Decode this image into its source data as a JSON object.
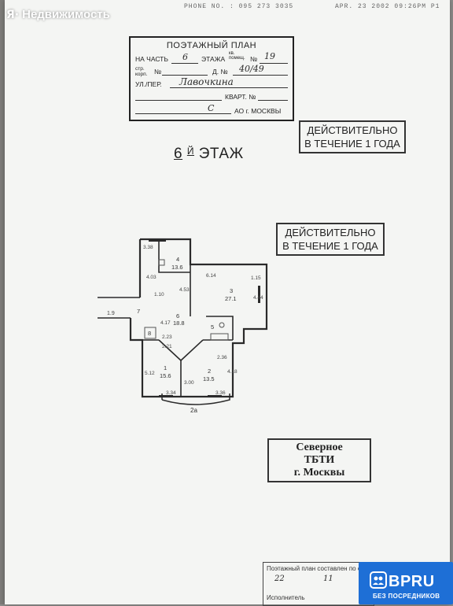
{
  "watermark": {
    "logo_icon": "yandex-ya-icon",
    "text": "Недвижимость"
  },
  "fax_header": {
    "left": "PHONE NO. : 095 273 3035",
    "right": "APR. 23 2002 09:26PM P1"
  },
  "plan_stamp": {
    "title": "ПОЭТАЖНЫЙ ПЛАН",
    "line1_prefix": "НА ЧАСТЬ",
    "floor_value": "6",
    "line1_mid": "ЭТАЖА",
    "line1_kv": "кв. помещ.",
    "line1_no": "№",
    "apt_value": "19",
    "str_label": "стр. корп.",
    "str_no": "№",
    "house_label": "Д. №",
    "house_value": "40/49",
    "street_label": "УЛ./ПЕР.",
    "street_value": "Лавочкина",
    "kvart_label": "КВАРТ. №",
    "district_value": "С",
    "ao_label": "АО г. МОСКВЫ"
  },
  "valid_stamp_1": {
    "line1": "ДЕЙСТВИТЕЛЬНО",
    "line2": "В ТЕЧЕНИЕ 1 ГОДА"
  },
  "valid_stamp_2": {
    "line1": "ДЕЙСТВИТЕЛЬНО",
    "line2": "В ТЕЧЕНИЕ 1 ГОДА"
  },
  "floor_title": {
    "number": "6",
    "suffix": "Й",
    "word": "ЭТАЖ"
  },
  "floorplan": {
    "rooms": [
      {
        "id": "room-1",
        "number": "1",
        "area": "15.6"
      },
      {
        "id": "room-2",
        "number": "2",
        "area": "13.5"
      },
      {
        "id": "room-3",
        "number": "3",
        "area": "27.1"
      },
      {
        "id": "room-4",
        "number": "4",
        "area": "13.6"
      },
      {
        "id": "room-5",
        "number": "5",
        "area": ""
      },
      {
        "id": "room-6",
        "number": "6",
        "area": "18.8"
      },
      {
        "id": "room-7",
        "number": "7",
        "area": ""
      },
      {
        "id": "room-8",
        "number": "8",
        "area": ""
      }
    ],
    "dimensions": [
      "3.38",
      "6.14",
      "1.15",
      "4.53",
      "4.44",
      "4.03",
      "1.10",
      "4.17",
      "2.23",
      "2.21",
      "5.12",
      "3.00",
      "2.36",
      "4.18",
      "3.34",
      "3.36",
      "1.9"
    ],
    "balcony_label": "2а"
  },
  "tbti_stamp": {
    "line1": "Северное",
    "line2": "ТБТИ",
    "line3": "г. Москвы"
  },
  "bottom_note": {
    "line1": "Поэтажный план составлен по с",
    "date_day": "22",
    "date_month": "11",
    "executor_label": "Исполнитель"
  },
  "brand_badge": {
    "icon": "people-group-icon",
    "name": "BPRU",
    "tagline": "БЕЗ ПОСРЕДНИКОВ",
    "color": "#1e6fd6"
  }
}
